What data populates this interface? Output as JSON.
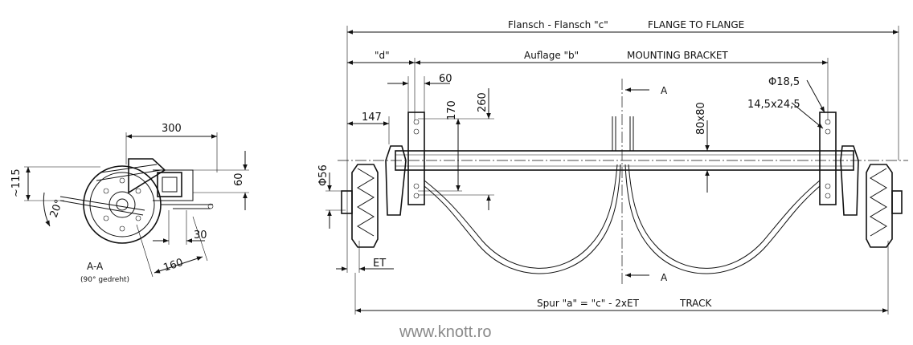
{
  "section_view": {
    "dim_300": "300",
    "dim_115": "~115",
    "dim_60": "60",
    "dim_20deg": "20°",
    "dim_30": "30",
    "dim_160": "160",
    "section_label": "A-A",
    "section_note": "(90° gedreht)"
  },
  "axle_view": {
    "flange_to_flange": "Flansch - Flansch \"c\"",
    "flange_to_flange_en": "FLANGE TO FLANGE",
    "dim_d": "\"d\"",
    "mounting_bracket": "Auflage \"b\"",
    "mounting_bracket_en": "MOUNTING BRACKET",
    "dim_60": "60",
    "dim_170": "170",
    "dim_260": "260",
    "dim_147": "147",
    "dim_phi56": "Φ56",
    "dim_80x80": "80x80",
    "dim_phi18_5": "Φ18,5",
    "dim_14_5x24_5": "14,5x24,5",
    "dim_et": "ET",
    "section_marker_top": "A",
    "section_marker_bottom": "A",
    "track_formula": "Spur \"a\" = \"c\" - 2xET",
    "track_en": "TRACK"
  },
  "footer": {
    "website": "www.knott.ro"
  }
}
